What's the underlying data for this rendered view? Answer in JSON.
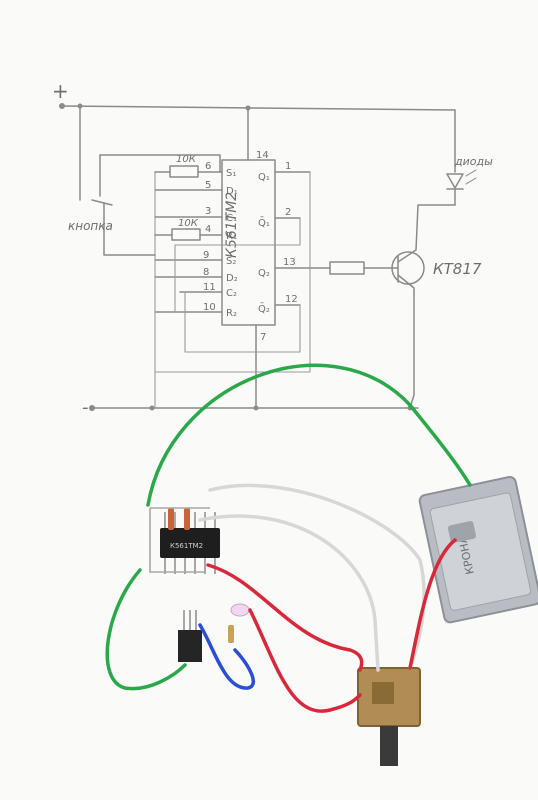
{
  "schematic": {
    "supply_plus": "+",
    "supply_minus": "-",
    "chip_name": "К561ТМ2",
    "button_label": "кнопка",
    "led_label": "диоды",
    "transistor_label": "КТ817",
    "resistors": [
      "10К",
      "10К"
    ],
    "pins": {
      "p14": "14",
      "p1": "1",
      "p2": "2",
      "p3": "3",
      "p4": "4",
      "p5": "5",
      "p6": "6",
      "p7": "7",
      "p8": "8",
      "p9": "9",
      "p10": "10",
      "p11": "11",
      "p12": "12",
      "p13": "13"
    },
    "pin_names_left": [
      "S₁",
      "D₁",
      "C₁",
      "R₁",
      "S₂",
      "D₂",
      "C₂",
      "R₂"
    ],
    "pin_names_right": [
      "Q₁",
      "Q̄₁",
      "Q₂",
      "Q̄₂"
    ]
  },
  "photo": {
    "chip_marking": "К561ТМ2",
    "battery_marking": "КРОНА",
    "wire_colors": {
      "green": "#2aa84a",
      "red": "#d8283a",
      "white": "#e9e9e9",
      "blue": "#2a4fd6"
    }
  }
}
